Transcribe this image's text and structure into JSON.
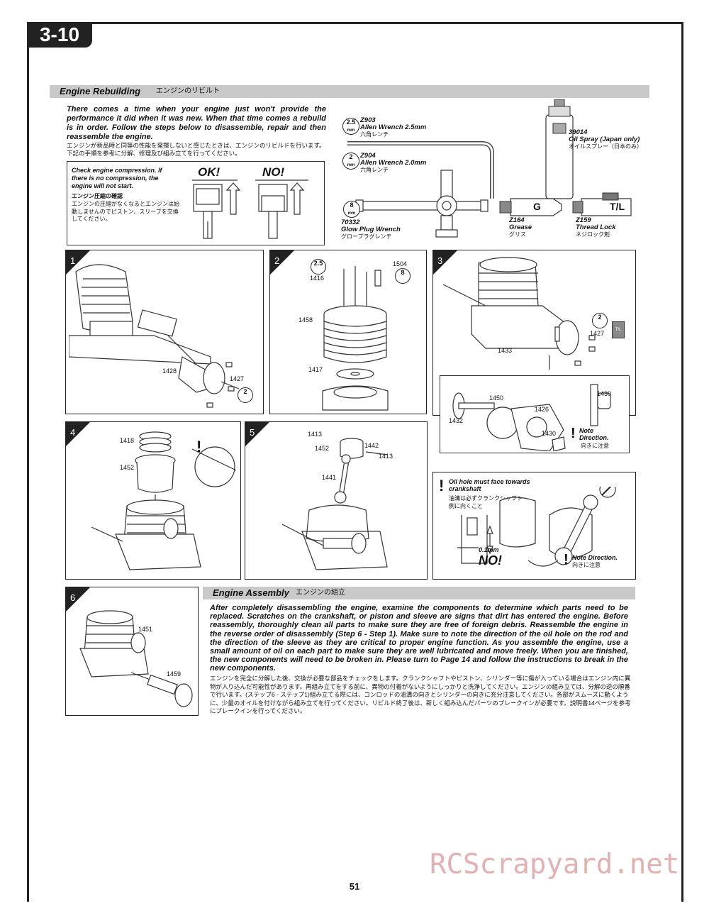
{
  "page": {
    "step": "3-10",
    "page_number": "51",
    "watermark": "RCScrapyard.net"
  },
  "rebuild": {
    "title": "Engine Rebuilding",
    "title_jp": "エンジンのリビルト",
    "intro_en": "There comes a time when your engine just won't provide the performance it did when it was new. When that time comes a rebuild is in order. Follow the steps below to disassemble, repair and then reassemble the engine.",
    "intro_jp": "エンジンが新品時と同等の性能を発揮しないと感じたときは、エンジンのリビルドを行います。下記の手順を参考に分解、修理及び組み立てを行ってください。"
  },
  "compression": {
    "text_en": "Check engine compression. If there is no compression, the engine will not start.",
    "heading_jp": "エンジン圧縮の確認",
    "text_jp": "エンジンの圧縮がなくなるとエンジンは始動しませんのでピストン、スリーブを交換してください。",
    "ok": "OK!",
    "no": "NO!"
  },
  "tools": [
    {
      "code": "Z903",
      "name": "Allen Wrench 2.5mm",
      "jp": "六角レンチ",
      "size": "2.5",
      "unit": "mm"
    },
    {
      "code": "Z904",
      "name": "Allen Wrench 2.0mm",
      "jp": "六角レンチ",
      "size": "2",
      "unit": "mm"
    },
    {
      "code": "70332",
      "name": "Glow Plug Wrench",
      "jp": "グロープラグレンチ",
      "size": "8",
      "unit": "mm"
    },
    {
      "code": "39014",
      "name": "Oil Spray (Japan only)",
      "jp": "オイルスプレー（日本のみ）"
    },
    {
      "code": "Z164",
      "name": "Grease",
      "jp": "グリス",
      "tube_label": "G"
    },
    {
      "code": "Z159",
      "name": "Thread Lock",
      "jp": "ネジロック剤",
      "tube_label": "T/L"
    }
  ],
  "steps": {
    "s1": {
      "num": "1",
      "parts": [
        "1428",
        "1427"
      ],
      "tool": "2"
    },
    "s2": {
      "num": "2",
      "parts": [
        "1416",
        "1504",
        "1458",
        "1417"
      ],
      "tool_a": "2.5",
      "tool_b": "8"
    },
    "s3": {
      "num": "3",
      "parts": [
        "1427",
        "1433",
        "1450",
        "1426",
        "1432",
        "1430",
        "1430"
      ],
      "tool": "2",
      "tl": "T/L",
      "note": "Note Direction.",
      "note_jp": "向きに注意"
    },
    "s4": {
      "num": "4",
      "parts": [
        "1418",
        "1452"
      ]
    },
    "s5": {
      "num": "5",
      "parts": [
        "1413",
        "1452",
        "1442",
        "1413",
        "1441"
      ]
    },
    "s6": {
      "num": "6",
      "parts": [
        "1451",
        "1459"
      ]
    }
  },
  "oil_hole": {
    "text": "Oil hole must face towards crankshaft",
    "text_jp": "油溝は必ずクランクシャフト側に向くこと",
    "gap": "0.1mm",
    "no": "NO!",
    "note": "Note Direction.",
    "note_jp": "向きに注意"
  },
  "assembly": {
    "title": "Engine Assembly",
    "title_jp": "エンジンの組立",
    "text_en": "After completely disassembling the engine, examine the components to determine which parts need to be replaced. Scratches on the crankshaft, or piston and sleeve are signs that dirt has entered the engine. Before reassembly, thoroughly clean all parts to make sure they are free of foreign debris. Reassemble the engine in the reverse order of disassembly (Step 6 - Step 1). Make sure to note the direction of the oil hole on the rod and the direction of the sleeve as they are critical to proper engine function. As you assemble the engine, use a small amount of oil on each part to make sure they are well lubricated and move freely. When you are finished, the new components will need to be broken in. Please turn to Page 14 and follow the instructions to break in the new components.",
    "text_jp": "エンジンを完全に分解した後、交換が必要な部品をチェックをします。クランクシャフトやピストン、シリンダー等に傷が入っている場合はエンジン内に異物が入り込んだ可能性があります。再組み立てをする前に、異物の付着がないようにしっかりと洗浄してください。エンジンの組み立ては、分解の逆の順番で行います。(ステップ6 - ステップ1)組み立てる際には、コンロッドの油溝の向きとシリンダーの向きに充分注意してください。各部がスムーズに動くように、少量のオイルを付けながら組み立てを行ってください。リビルド終了後は、新しく組み込んだパーツのブレークインが必要です。説明書14ページを参考にブレークインを行ってください。"
  }
}
